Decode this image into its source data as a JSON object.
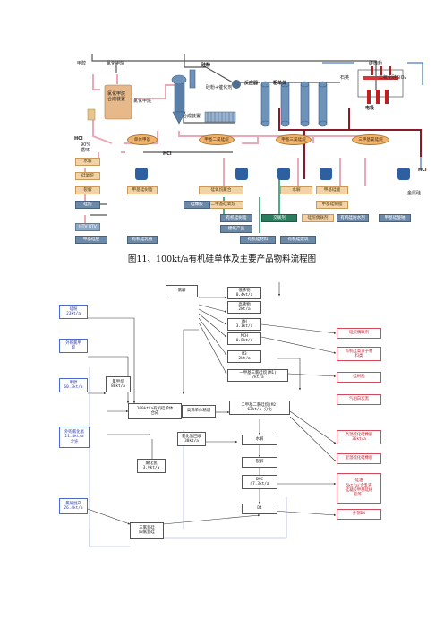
{
  "diagram1": {
    "caption": "图11、100kt/a有机硅单体及主要产品物料流程图",
    "labels": {
      "methanol": "甲醇",
      "chloromethane": "氯化甲烷",
      "synthesis_unit": "氯化甲烷\n合成装置",
      "chloromethane2": "氯化甲烷",
      "silicon_powder": "硅粉",
      "silicon_catalyst": "硅粉+催化剂",
      "reactor": "反应器",
      "crude_separation": "粗单体",
      "hcl_top": "HCl",
      "recovery": "回收装置",
      "hcl_left": "HCl",
      "recycle_gas": "90%\n循环",
      "hcl_mid": "HCl",
      "hcl_right": "HCl",
      "reduction_furnace": "还原炉",
      "quartz": "石英",
      "sio2": "二氧化硅SiO₂",
      "electrode": "电极",
      "silica_fume": "硅微粉",
      "silicon_metal": "金属硅",
      "crude_monomer_line": "合成装置"
    },
    "ellipses": [
      "单体甲基",
      "甲基二氯硅烷",
      "甲基三氯硅烷",
      "三甲基氯硅烷"
    ],
    "pink_boxes": [
      "水解",
      "硅氧烷",
      "裂解",
      "单体硅烷",
      "甲基硅树脂",
      "有机硅单体(甲基)",
      "硅氧烷聚合",
      "第二甲基硅氧烷",
      "甲基硅油",
      "水解",
      "甲基硅酸",
      "甲基硅树脂",
      "硅烷偶联剂",
      "甲基硅油"
    ],
    "blue_boxes": [
      "硅烷",
      "HTV RTV",
      "甲基硅胶",
      "有机硅乳液",
      "硅橡胶",
      "有机硅树脂",
      "建筑产品",
      "有机硅材料",
      "有机硅建筑",
      "有机硅防水剂",
      "甲基硅酸钠",
      "硅橡胶制品",
      "有机硅助剂"
    ],
    "teal_boxes": [
      "交联剂"
    ]
  },
  "diagram2": {
    "nodes": {
      "hydrolysis_top": "氯解",
      "high_boil": "低沸物\n0.4%t/a",
      "mid_boil": "高沸物\n2kt/a",
      "mc": "MH\n3.1kt/a",
      "mh": "MCH\n0.8kt/a",
      "m3": "M3\n2kt/a",
      "m1": "一甲基三氯硅烷(M1)\n7kt/a",
      "m2": "二甲基二氯硅烷(M2)\n63kt/a 分化",
      "silicon_powder": "硅粉\n23kt/a",
      "outsource_cl": "外购氯甲\n烷",
      "methanol": "甲醇\n60.3kt/a",
      "chloromethane": "氯甲烷\n88kt/a",
      "monomer": "100kt/a有机硅单体\n合成",
      "separation": "高沸单体精馏",
      "hcl_recover": "氯化氢回收\n38kt/a",
      "hydrolysis": "水解",
      "outsource_hcl": "外购氯化氢\n21.4kt/a\n少许",
      "hcl": "氯化氢\n3.9kt/a",
      "cracking": "裂解",
      "dmc": "DMC\n47.3kt/a",
      "d4": "D4",
      "hcl_offgas": "氯碱副产\n26.4kt/a",
      "bottom1": "三氯氢硅\n四氯氢硅",
      "r1": "硅烷偶联剂",
      "r2": "有机硅高分子材\n料类",
      "r3": "硅树脂",
      "r4": "气相白炭黑",
      "r5": "高温硫化硅橡胶\n36kt/a",
      "r6": "室温硫化硅橡胶",
      "r7": "硅油\n5kt/a(含乳液\n硅凝胶甲基硅树\n脂等)",
      "r8": "外销D4"
    }
  }
}
